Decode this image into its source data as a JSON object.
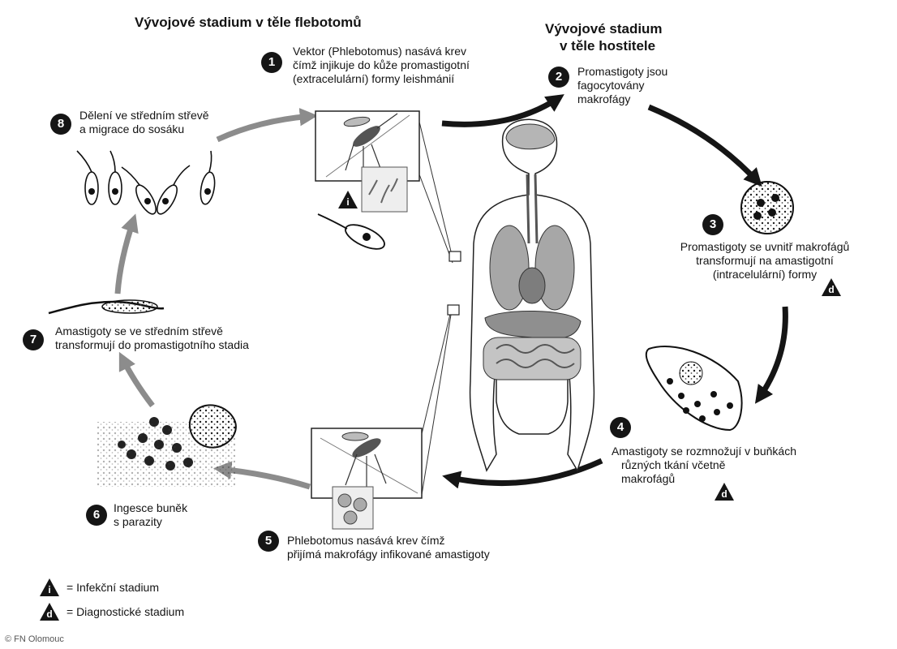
{
  "titles": {
    "phlebotomus": "Vývojové stadium v těle flebotomů",
    "host_line1": "Vývojové stadium",
    "host_line2": "v těle hostitele"
  },
  "steps": [
    {
      "number": "1",
      "lines": [
        "Vektor (Phlebotomus) nasává krev",
        "čímž injikuje do kůže promastigotní",
        "(extracelulární) formy leishmánií"
      ]
    },
    {
      "number": "2",
      "lines": [
        "Promastigoty jsou",
        "fagocytovány",
        "makrofágy"
      ]
    },
    {
      "number": "3",
      "lines": [
        "Promastigoty se uvnitř makrofágů",
        "transformují na amastigotní",
        "(intracelulární) formy"
      ]
    },
    {
      "number": "4",
      "lines": [
        "Amastigoty se rozmnožují v buňkách",
        "různých tkání včetně",
        "makrofágů"
      ]
    },
    {
      "number": "5",
      "lines": [
        "Phlebotomus nasává krev čímž",
        "přijímá makrofágy infikované amastigoty"
      ]
    },
    {
      "number": "6",
      "lines": [
        "Ingesce buněk",
        "s parazity"
      ]
    },
    {
      "number": "7",
      "lines": [
        "Amastigoty se ve středním střevě",
        "transformují do promastigotního stadia"
      ]
    },
    {
      "number": "8",
      "lines": [
        "Dělení ve středním střevě",
        "a migrace do sosáku"
      ]
    }
  ],
  "legend": {
    "infective_symbol": "i",
    "infective_label": "= Infekční stadium",
    "diagnostic_symbol": "d",
    "diagnostic_label": "= Diagnostické stadium"
  },
  "copyright": "© FN Olomouc",
  "colors": {
    "black_arrow": "#151515",
    "grey_arrow": "#8c8c8c",
    "organ_grey": "#9a9a9a",
    "text": "#141414"
  }
}
